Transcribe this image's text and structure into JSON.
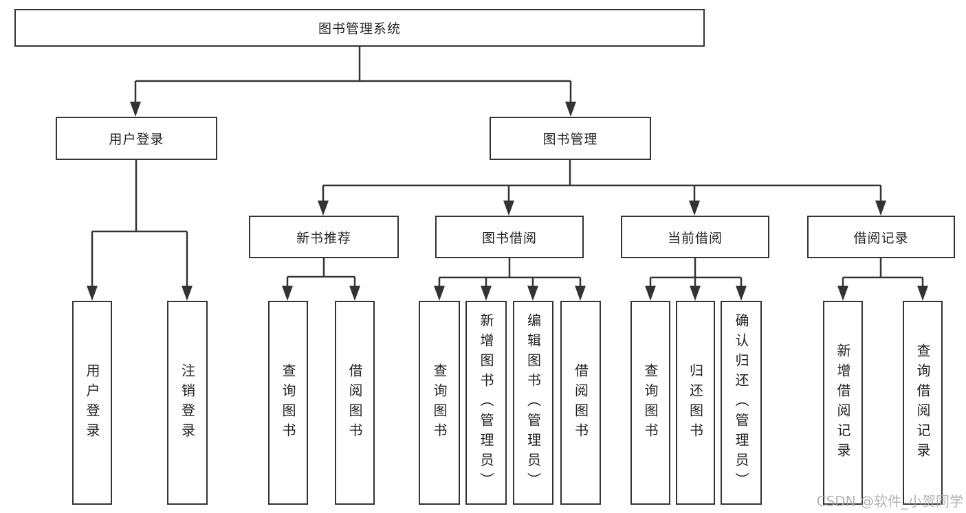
{
  "colors": {
    "line": "#333333",
    "box_border": "#333333",
    "background": "#ffffff",
    "text": "#222222",
    "watermark": "#a6a6a6"
  },
  "watermark": {
    "text": "CSDN @软件_小贺同学"
  },
  "tree": {
    "root": {
      "label": "图书管理系统"
    },
    "branches": [
      {
        "label": "用户登录",
        "children": [
          {
            "label": "用户登录"
          },
          {
            "label": "注销登录"
          }
        ]
      },
      {
        "label": "图书管理",
        "children": [
          {
            "label": "新书推荐",
            "children": [
              {
                "label": "查询图书"
              },
              {
                "label": "借阅图书"
              }
            ]
          },
          {
            "label": "图书借阅",
            "children": [
              {
                "label": "查询图书"
              },
              {
                "label": "新增图书（管理员）"
              },
              {
                "label": "编辑图书（管理员）"
              },
              {
                "label": "借阅图书"
              }
            ]
          },
          {
            "label": "当前借阅",
            "children": [
              {
                "label": "查询图书"
              },
              {
                "label": "归还图书"
              },
              {
                "label": "确认归还（管理员）"
              }
            ]
          },
          {
            "label": "借阅记录",
            "children": [
              {
                "label": "新增借阅记录"
              },
              {
                "label": "查询借阅记录"
              }
            ]
          }
        ]
      }
    ]
  }
}
